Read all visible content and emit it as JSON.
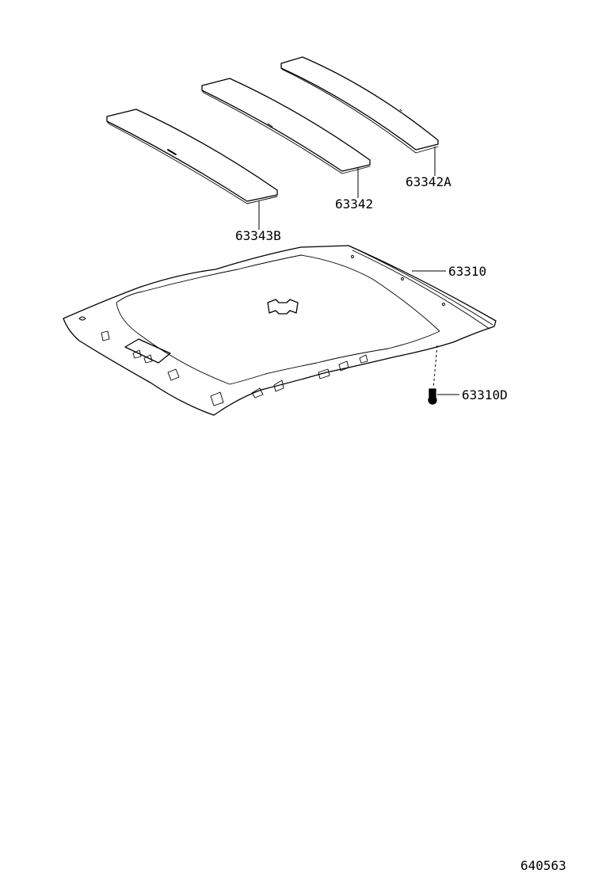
{
  "parts": [
    {
      "id": "sun-visor-pad-rear",
      "number": "63342A"
    },
    {
      "id": "sun-visor-pad-center",
      "number": "63342"
    },
    {
      "id": "sun-visor-pad-front",
      "number": "63343B"
    },
    {
      "id": "roof-headlining",
      "number": "63310"
    },
    {
      "id": "headlining-clip",
      "number": "63310D"
    }
  ],
  "diagram_code": "640563"
}
